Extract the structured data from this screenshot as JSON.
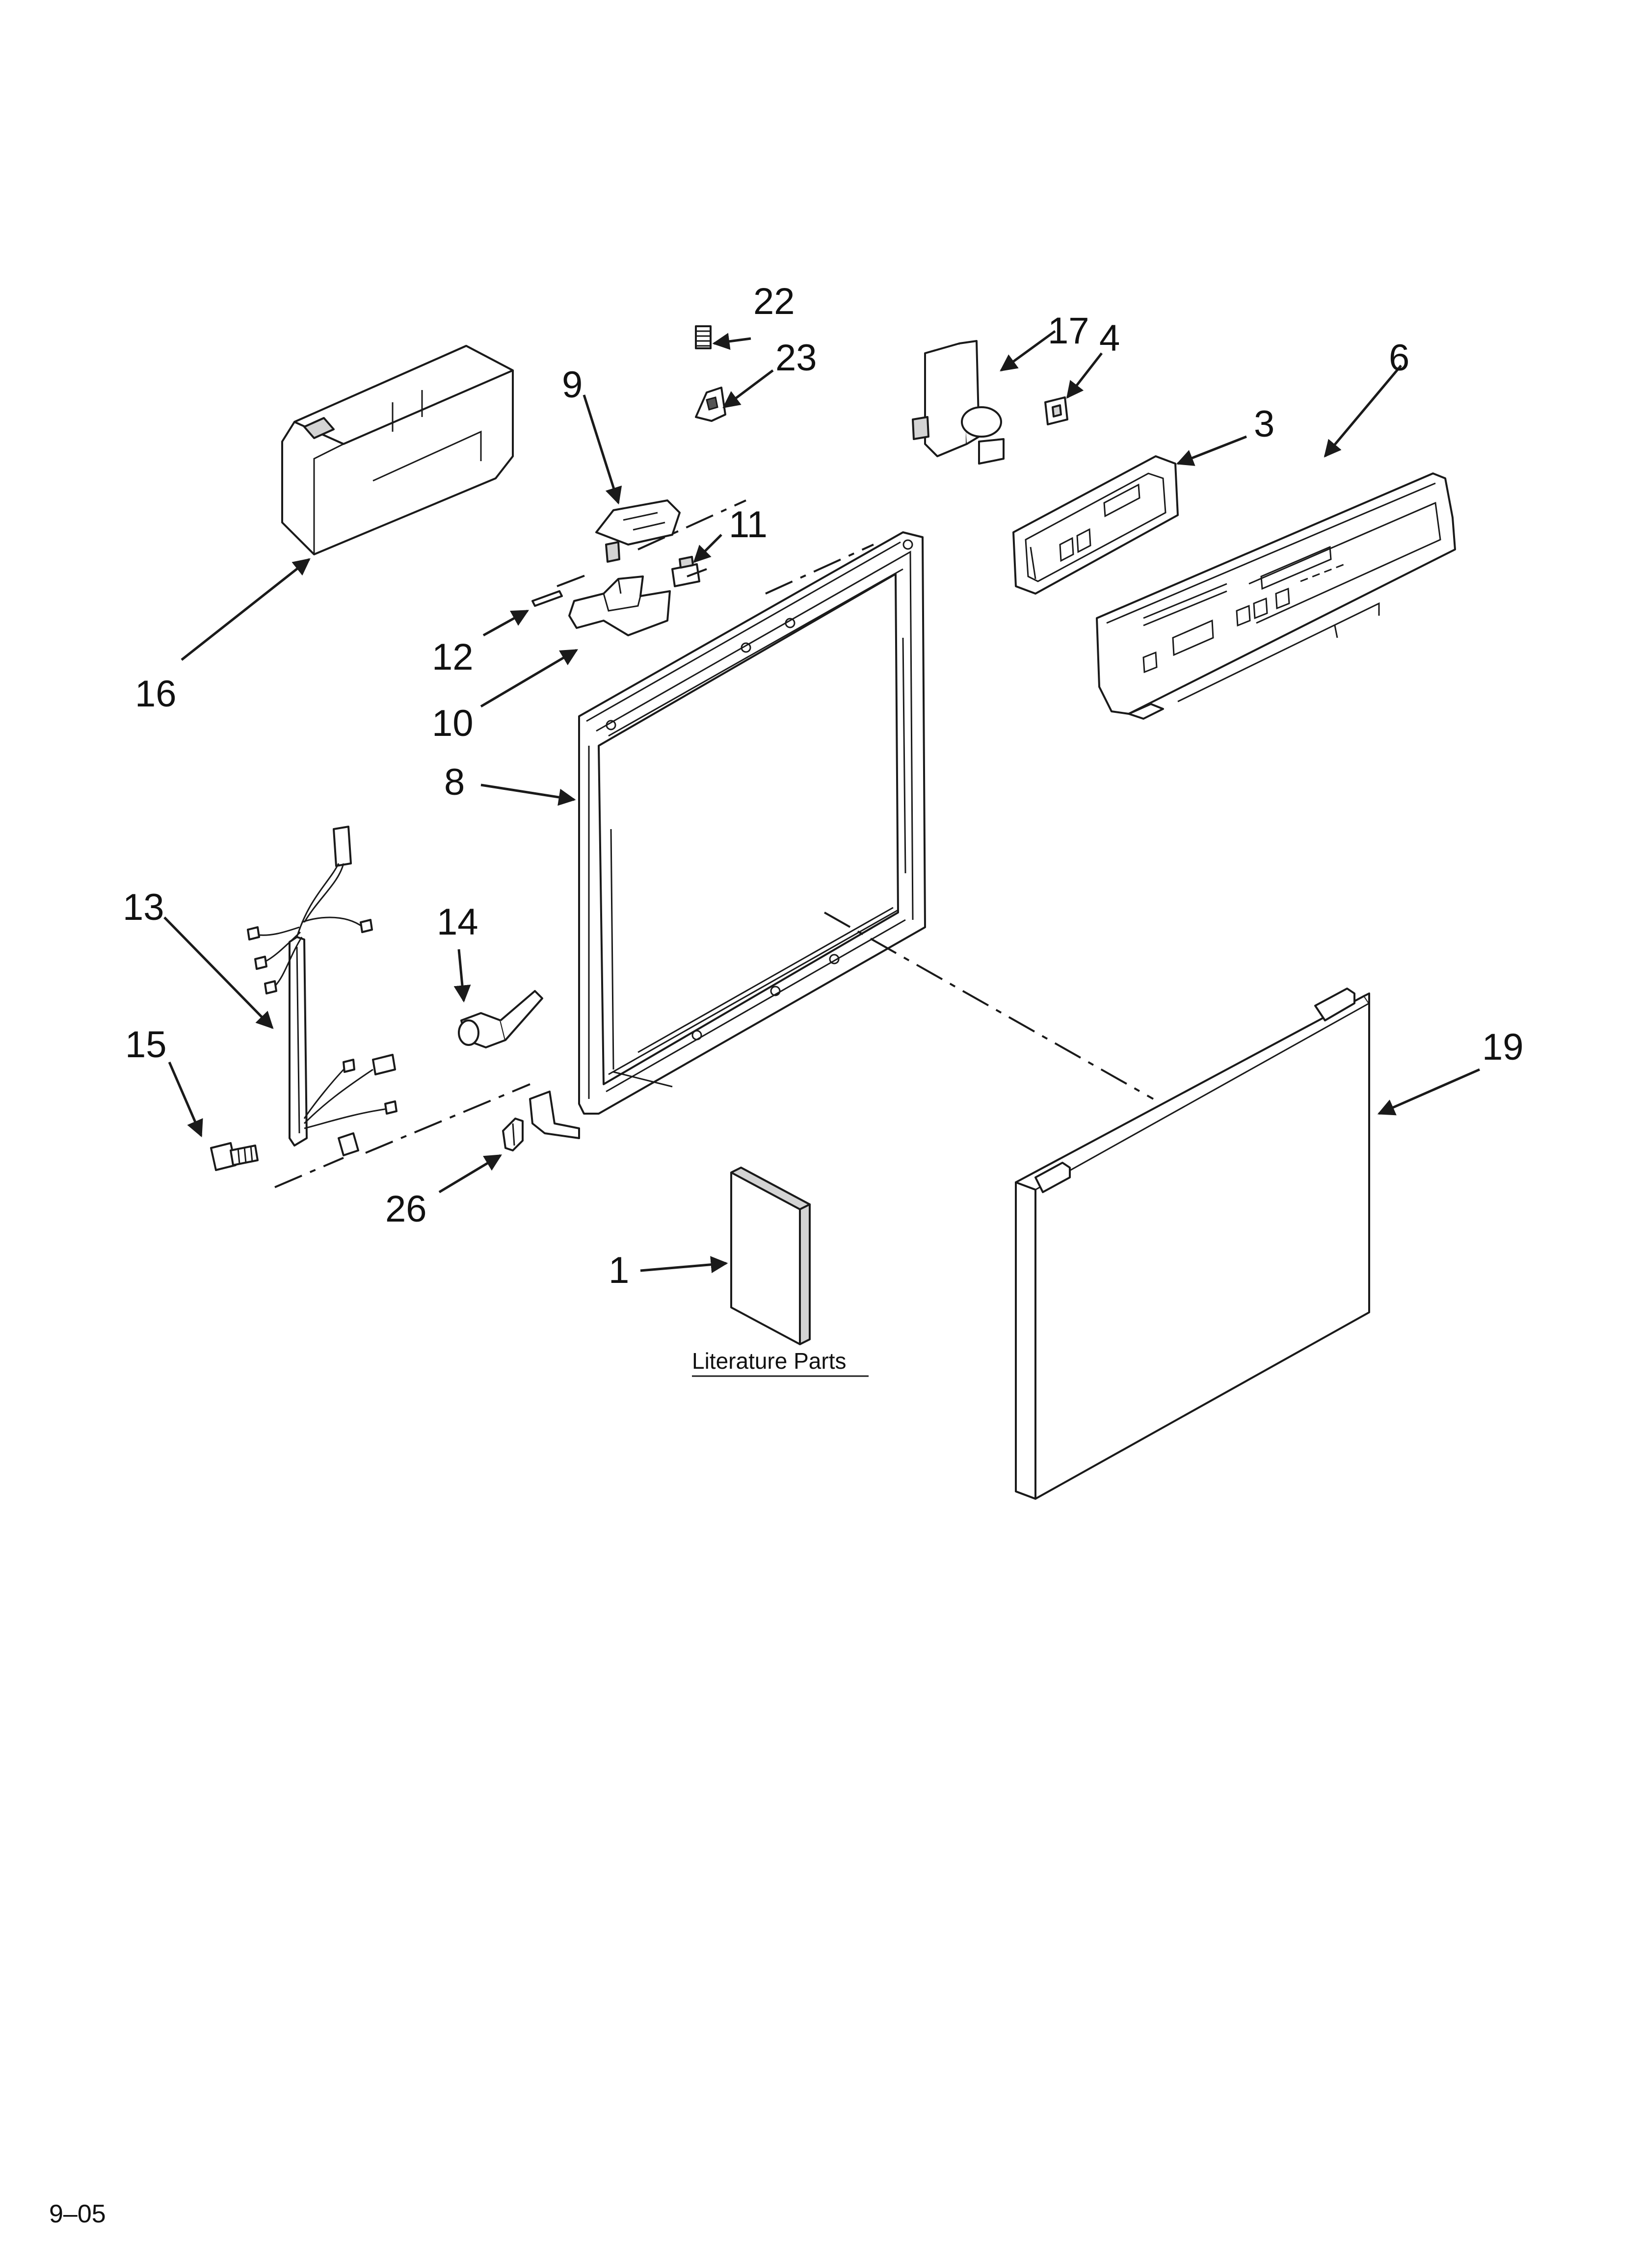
{
  "diagram": {
    "callouts": [
      "22",
      "23",
      "17",
      "4",
      "6",
      "9",
      "3",
      "11",
      "16",
      "12",
      "10",
      "8",
      "13",
      "14",
      "15",
      "19",
      "26",
      "1"
    ],
    "literature_caption": "Literature Parts",
    "footer_code": "9–05"
  }
}
